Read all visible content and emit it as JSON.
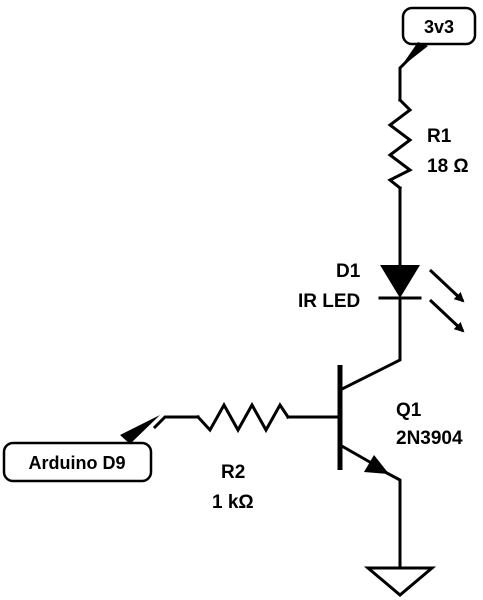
{
  "ports": {
    "supply": "3v3",
    "input": "Arduino D9"
  },
  "components": {
    "r1": {
      "ref": "R1",
      "value": "18 Ω"
    },
    "d1": {
      "ref": "D1",
      "value": "IR LED"
    },
    "q1": {
      "ref": "Q1",
      "value": "2N3904"
    },
    "r2": {
      "ref": "R2",
      "value": "1 kΩ"
    }
  },
  "icons": {
    "ground": "ground-icon",
    "light_emission": "light-emission-arrows-icon"
  }
}
